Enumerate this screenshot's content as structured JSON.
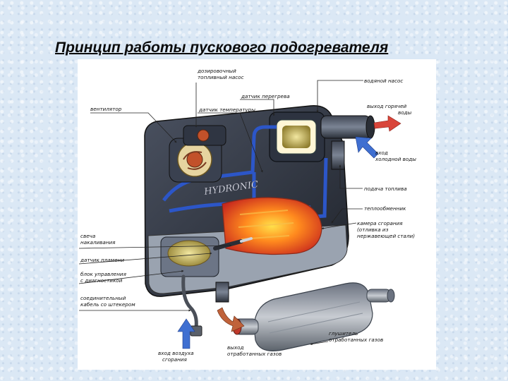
{
  "title": "Принцип работы пускового подогревателя",
  "brand": "HYDRONIC",
  "labels": {
    "fuel_pump": [
      "дозировочный",
      "топливный насос"
    ],
    "overheat_sensor": "датчик перегрева",
    "water_pump": "водяной насос",
    "fan": "вентилятор",
    "temp_sensor": "датчик температуры",
    "hot_water_out": [
      "выход горячей",
      "воды"
    ],
    "cold_water_in": [
      "вход",
      "холодной воды"
    ],
    "fuel_supply": "подача топлива",
    "heat_exchanger": "теплообменник",
    "combustion_chamber": [
      "камера сгорания",
      "(отливка из",
      "нержавеющей стали)"
    ],
    "glow_plug": [
      "свеча",
      "накаливания"
    ],
    "flame_sensor": "датчик пламени",
    "control_unit": [
      "блок управления",
      "с диагностикой"
    ],
    "cable": [
      "соединительный",
      "кабель со штекером"
    ],
    "air_inlet": [
      "вход воздуха",
      "сгорания"
    ],
    "exhaust_out": [
      "выход",
      "отработанных газов"
    ],
    "muffler": [
      "глушитель",
      "отработанных газов"
    ]
  },
  "colors": {
    "hot_arrow": "#d9453a",
    "cold_arrow": "#3f6fd1",
    "exhaust_arrow": "#c0623a",
    "leader": "#222222"
  }
}
